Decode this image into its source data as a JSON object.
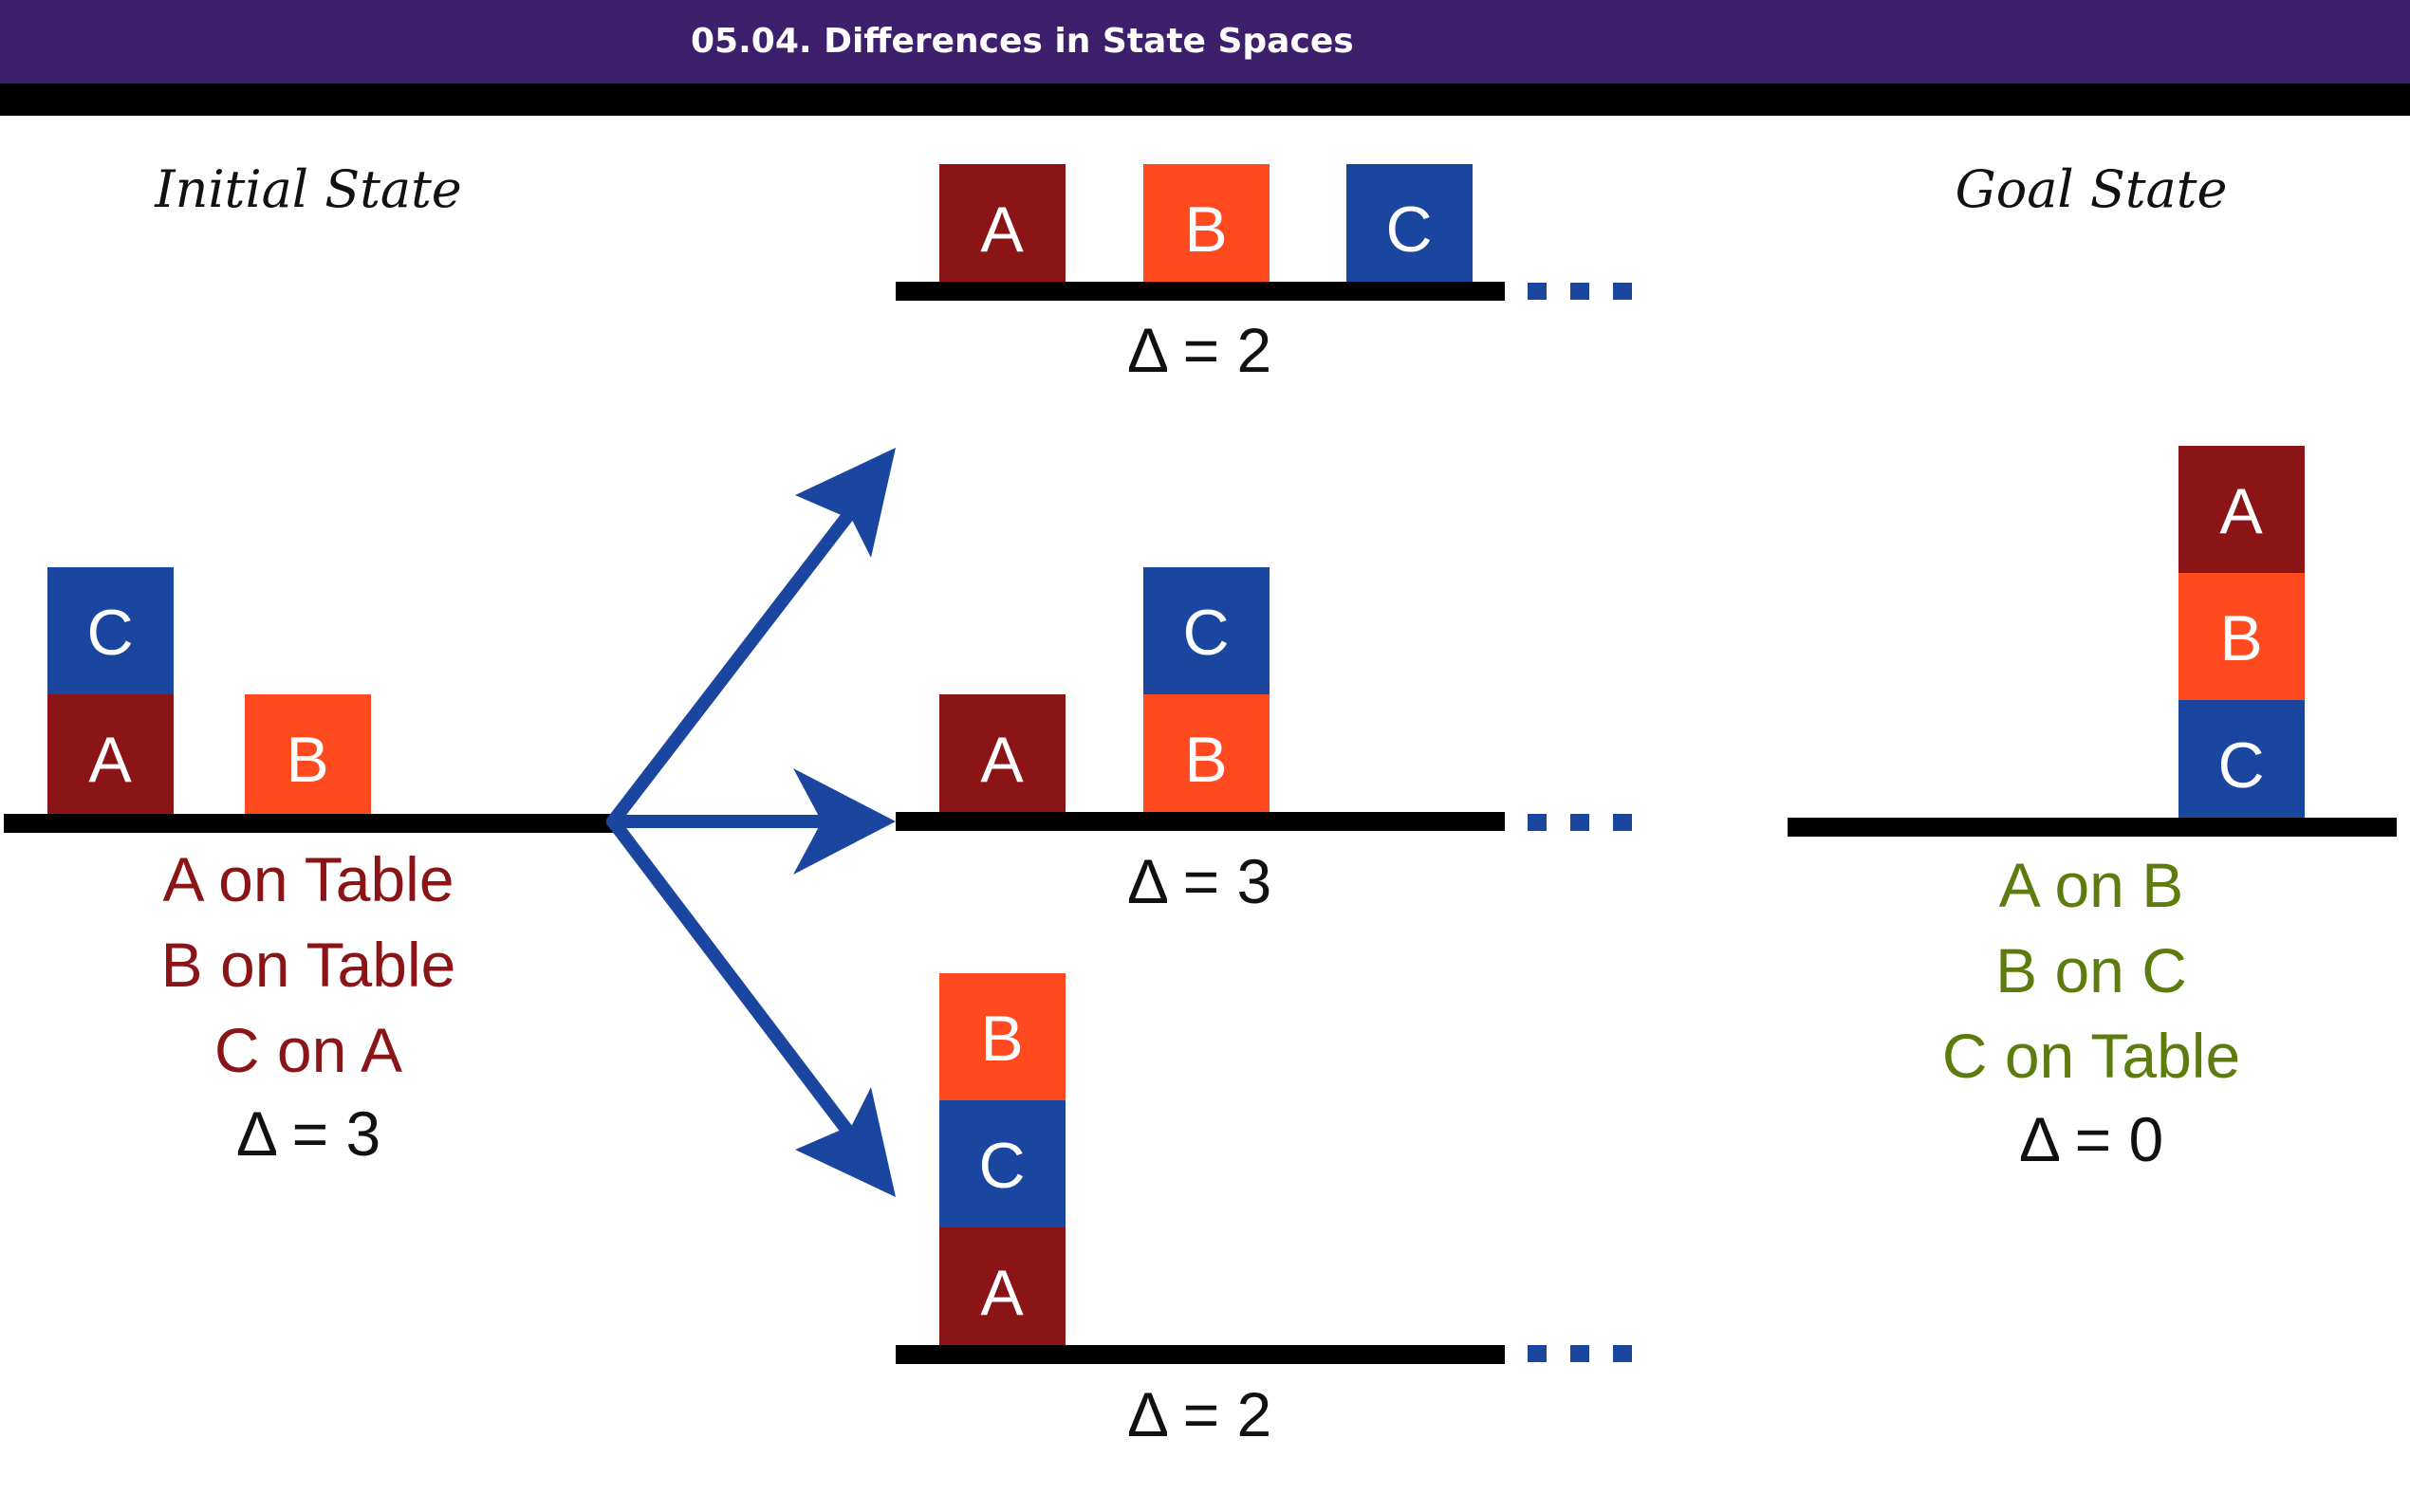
{
  "header": {
    "title": "05.04. Differences in State Spaces"
  },
  "colors": {
    "header_bg": "#3d1f6b",
    "block_a": "#8b1417",
    "block_b": "#ff4a1f",
    "block_c": "#1b46a0",
    "arrow": "#1b46a0",
    "table": "#000000",
    "initial_text": "#8b1417",
    "goal_text": "#5c7d0e"
  },
  "diagram": {
    "initial": {
      "title": "Initial State",
      "blocks": [
        "A",
        "B",
        "C"
      ],
      "facts": [
        "A on Table",
        "B on Table",
        "C on A"
      ],
      "delta": "Δ = 3"
    },
    "succ_top": {
      "blocks": [
        "A",
        "B",
        "C"
      ],
      "delta": "Δ = 2",
      "ellipsis": "..."
    },
    "succ_mid": {
      "blocks": [
        "A",
        "C",
        "B"
      ],
      "delta": "Δ = 3",
      "ellipsis": "..."
    },
    "succ_bottom": {
      "blocks": [
        "B",
        "C",
        "A"
      ],
      "delta": "Δ = 2",
      "ellipsis": "..."
    },
    "goal": {
      "title": "Goal State",
      "blocks": [
        "A",
        "B",
        "C"
      ],
      "facts": [
        "A on B",
        "B on C",
        "C on Table"
      ],
      "delta": "Δ = 0"
    }
  }
}
